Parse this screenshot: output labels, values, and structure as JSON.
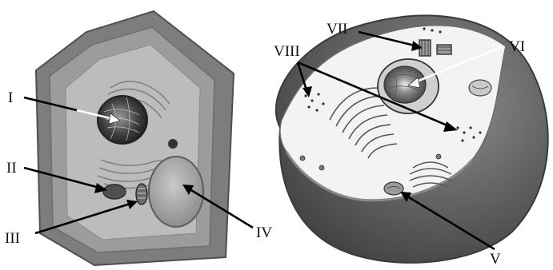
{
  "labels": {
    "I": "I",
    "II": "II",
    "III": "III",
    "IV": "IV",
    "V": "V",
    "VI": "VI",
    "VII": "VII",
    "VIII": "VIII"
  },
  "colors": {
    "plant_wall": "#7d7d7d",
    "plant_cytoplasm": "#b9b9b9",
    "animal_membrane_outer": "#5a5a5a",
    "animal_cytoplasm": "#f3f3f3",
    "nucleus": "#4a4a4a",
    "label_text": "#111111"
  }
}
